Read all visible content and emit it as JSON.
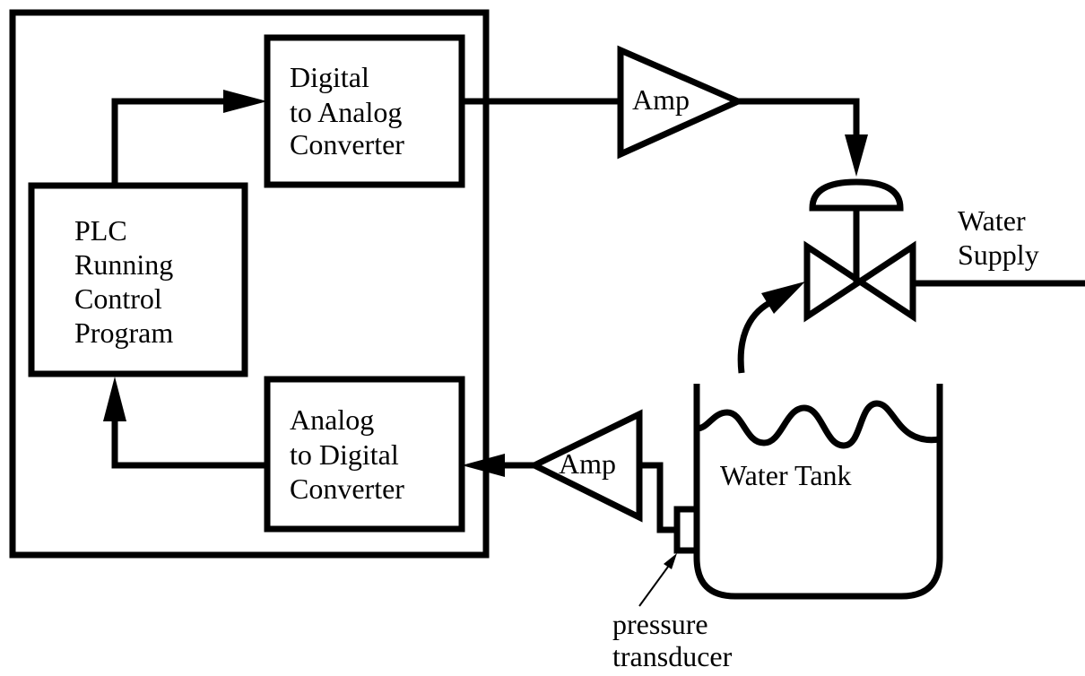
{
  "dac_block": {
    "lines": [
      "Digital",
      "to Analog",
      "Converter"
    ]
  },
  "plc_block": {
    "lines": [
      "PLC",
      "Running",
      "Control",
      "Program"
    ]
  },
  "adc_block": {
    "lines": [
      "Analog",
      "to Digital",
      "Converter"
    ]
  },
  "top_amp": {
    "label": "Amp"
  },
  "bottom_amp": {
    "label": "Amp"
  },
  "water_supply": {
    "lines": [
      "Water",
      "Supply"
    ]
  },
  "water_tank": {
    "label": "Water Tank"
  },
  "transducer": {
    "lines": [
      "pressure",
      "transducer"
    ]
  }
}
